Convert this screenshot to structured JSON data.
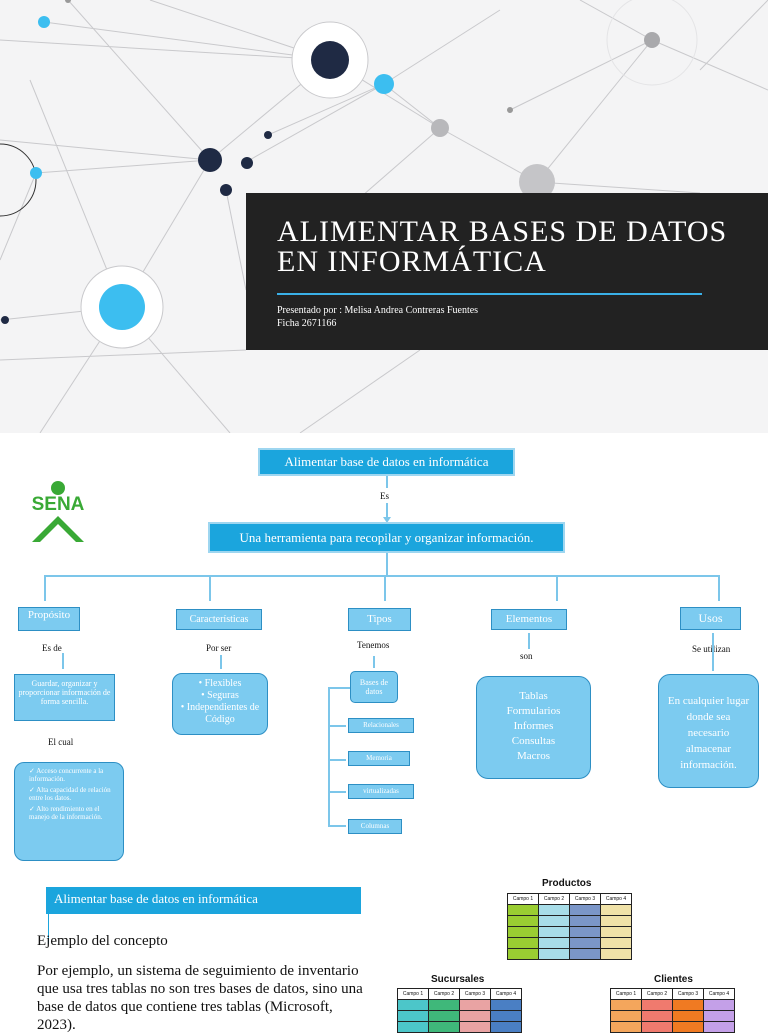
{
  "slide1": {
    "title": "ALIMENTAR BASES DE DATOS EN INFORMÁTICA",
    "presenter": "Presentado por : Melisa Andrea Contreras Fuentes",
    "ficha": "Ficha 2671166"
  },
  "slide2": {
    "logo_text": "SENA",
    "main_title": "Alimentar base de datos en informática",
    "es_label": "Es",
    "definition": "Una herramienta para recopilar y organizar información.",
    "categories": {
      "proposito": "Propósito",
      "caracteristicas": "Características",
      "tipos": "Tipos",
      "elementos": "Elementos",
      "usos": "Usos"
    },
    "connectors": {
      "es_de": "Es de",
      "por_ser": "Por ser",
      "tenemos": "Tenemos",
      "son": "son",
      "se_utilizan": "Se utilizan",
      "el_cual": "El cual"
    },
    "proposito_text": "Guardar, organizar y proporcionar información de forma sencilla.",
    "proposito_items": [
      "Acceso concurrente a la información.",
      "Alta capacidad de relación entre los datos.",
      "Alto rendimiento en el manejo de la información."
    ],
    "caracteristicas_items": [
      "Flexibles",
      "Seguras",
      "Independientes de Código"
    ],
    "tipos_head": "Bases de datos",
    "tipos_items": [
      "Relacionales",
      "Memoria",
      "virtualizadas",
      "Columnas"
    ],
    "elementos_items": [
      "Tablas",
      "Formularios",
      "Informes",
      "Consultas",
      "Macros"
    ],
    "usos_text": "En cualquier lugar donde sea necesario almacenar información."
  },
  "slide3": {
    "title": "Alimentar base de datos en informática",
    "subtitle": "Ejemplo del concepto",
    "body": "Por ejemplo, un sistema de seguimiento de inventario que usa tres tablas no son tres bases de datos, sino una base de datos que contiene tres tablas (Microsoft, 2023).",
    "tables": {
      "productos": {
        "title": "Productos",
        "headers": [
          "Campo 1",
          "Campo 2",
          "Campo 3",
          "Campo 4"
        ],
        "colors": [
          "#9acd32",
          "#a8dde8",
          "#7b96c8",
          "#f0e2a8"
        ]
      },
      "sucursales": {
        "title": "Sucursales",
        "headers": [
          "Campo 1",
          "Campo 2",
          "Campo 3",
          "Campo 4"
        ],
        "colors": [
          "#4cc6c9",
          "#3fb87a",
          "#e9a3a3",
          "#4a7fc4"
        ]
      },
      "clientes": {
        "title": "Clientes",
        "headers": [
          "Campo 1",
          "Campo 2",
          "Campo 3",
          "Campo 4"
        ],
        "colors": [
          "#f4a65c",
          "#f07a6e",
          "#f07a22",
          "#c4a0e8"
        ]
      }
    }
  },
  "colors": {
    "accent": "#1ba5dd",
    "light_accent": "#7ccbf0",
    "title_band": "#222222",
    "sena_green": "#39a935"
  }
}
